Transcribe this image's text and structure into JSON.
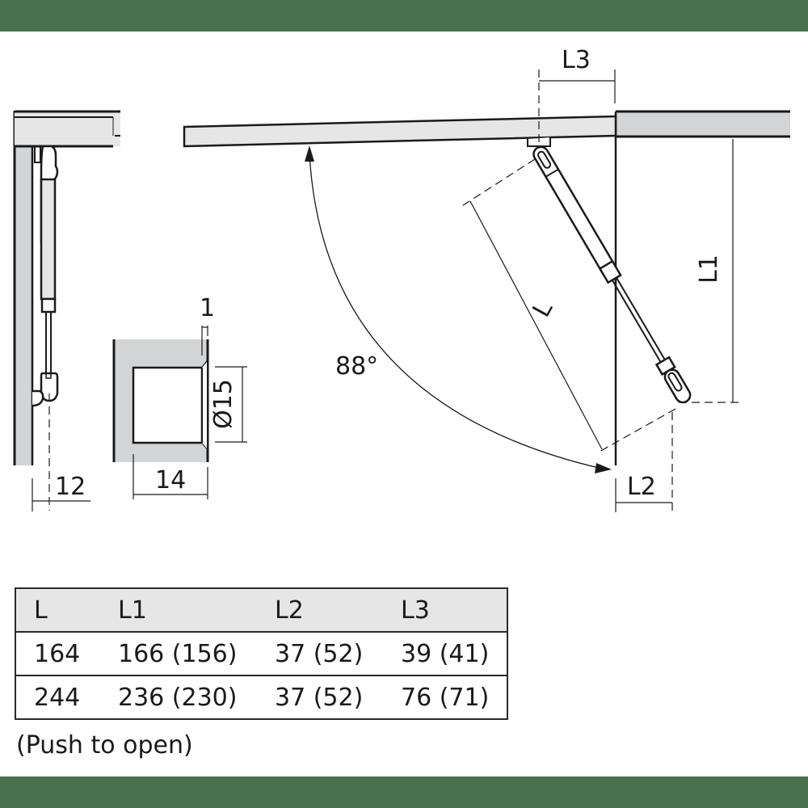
{
  "colors": {
    "band": "#48724d",
    "panel_fill": "#e6e6e6",
    "cabinet_fill": "#d3d4d5",
    "line": "#1a1a1a"
  },
  "diagram": {
    "side_view": {
      "dimension_12": "12"
    },
    "hole_detail": {
      "dimension_1": "1",
      "dimension_diameter": "Ø15",
      "dimension_14": "14"
    },
    "open_view": {
      "angle": "88°",
      "label_L": "L",
      "label_L1": "L1",
      "label_L2": "L2",
      "label_L3": "L3"
    }
  },
  "table": {
    "headers": [
      "L",
      "L1",
      "L2",
      "L3"
    ],
    "rows": [
      [
        "164",
        "166 (156)",
        "37 (52)",
        "39 (41)"
      ],
      [
        "244",
        "236 (230)",
        "37 (52)",
        "76 (71)"
      ]
    ]
  },
  "note": "(Push to open)"
}
